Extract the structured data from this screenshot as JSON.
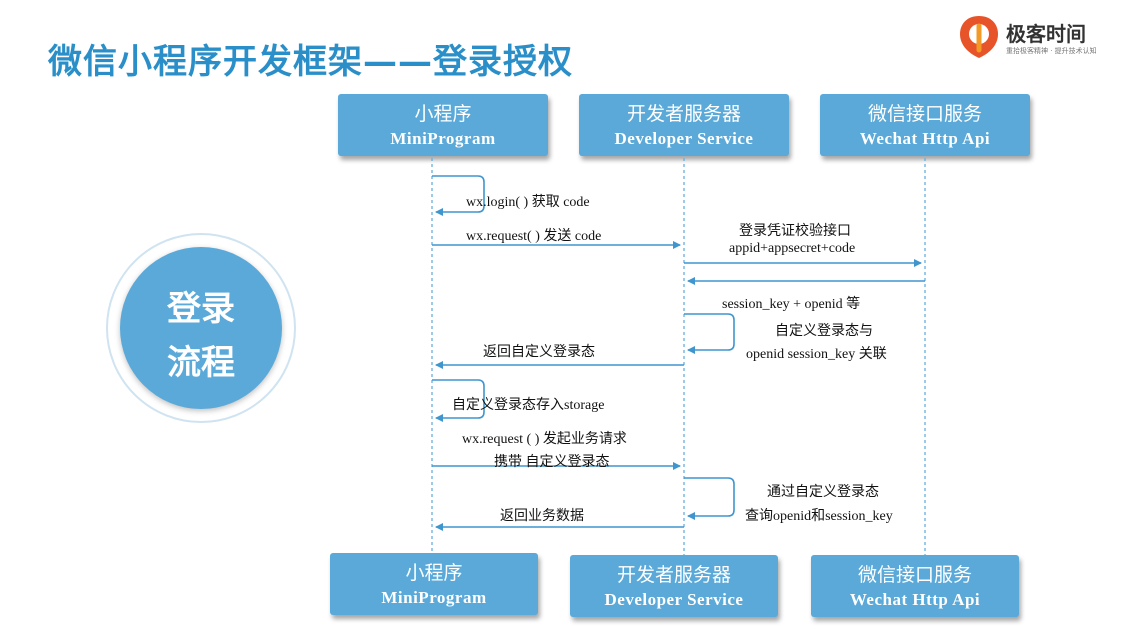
{
  "title": "微信小程序开发框架——登录授权",
  "logo": {
    "name": "极客时间",
    "slogan": "重拾极客精神 · 提升技术认知",
    "colors": {
      "primary": "#e8542a",
      "secondary": "#f29a25"
    }
  },
  "accent_color": "#5aa9d9",
  "circle": {
    "line1": "登录",
    "line2": "流程"
  },
  "participants_top": [
    {
      "zh": "小程序",
      "en": "MiniProgram"
    },
    {
      "zh": "开发者服务器",
      "en": "Developer  Service"
    },
    {
      "zh": "微信接口服务",
      "en": "Wechat Http Api"
    }
  ],
  "participants_bottom": [
    {
      "zh": "小程序",
      "en": "MiniProgram"
    },
    {
      "zh": "开发者服务器",
      "en": "Developer  Service"
    },
    {
      "zh": "微信接口服务",
      "en": "Wechat Http Api"
    }
  ],
  "messages": {
    "m1": "wx.login( ) 获取 code",
    "m2": "wx.request( ) 发送 code",
    "m3a": "登录凭证校验接口",
    "m3b": "appid+appsecret+code",
    "m4": "session_key + openid 等",
    "m5a": "自定义登录态与",
    "m5b": "openid session_key 关联",
    "m6": "返回自定义登录态",
    "m7": "自定义登录态存入storage",
    "m8a": "wx.request ( ) 发起业务请求",
    "m8b": "携带 自定义登录态",
    "m9a": "通过自定义登录态",
    "m9b": "查询openid和session_key",
    "m10": "返回业务数据"
  }
}
